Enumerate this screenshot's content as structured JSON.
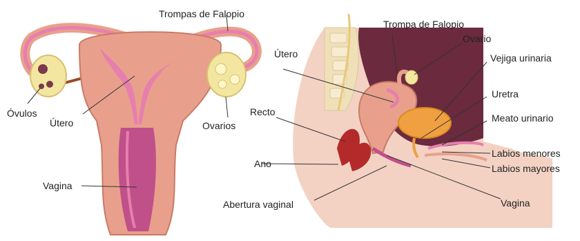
{
  "left_diagram": {
    "labels": {
      "trompas": "Trompas de Falopio",
      "ovulos": "Óvulos",
      "utero": "Útero",
      "ovarios": "Ovarios",
      "vagina": "Vagina"
    }
  },
  "right_diagram": {
    "labels": {
      "trompa": "Trompa de Falopio",
      "ovario": "Ovario",
      "utero": "Útero",
      "vejiga": "Vejiga urinaria",
      "uretra": "Uretra",
      "recto": "Recto",
      "meato": "Meato urinario",
      "ano": "Ano",
      "labios_menores": "Labios menores",
      "labios_mayores": "Labios mayores",
      "abertura": "Abertura vaginal",
      "vagina": "Vagina"
    }
  },
  "colors": {
    "uterus_wall": "#e8a08c",
    "uterus_lining": "#e77fae",
    "vaginal_canal": "#c0508a",
    "ovary": "#f3e6a0",
    "pelvic_cavity": "#6b2a3e",
    "bladder": "#f0a040",
    "rectum": "#b42a2a",
    "skin": "#f3d2c4",
    "spine": "#f0e0b8"
  }
}
